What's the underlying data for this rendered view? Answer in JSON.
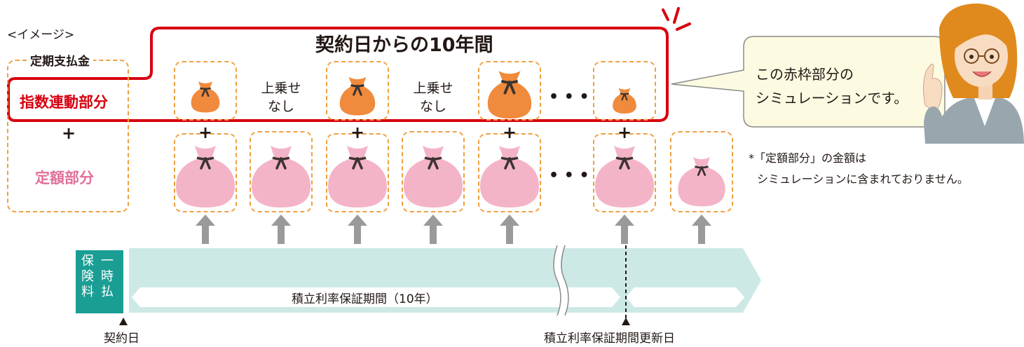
{
  "image_label": "<イメージ>",
  "title": "契約日からの10年間",
  "left_box": {
    "heading": "定期支払金",
    "index_part": "指数連動部分",
    "plus": "+",
    "fixed_part": "定額部分"
  },
  "no_bonus": {
    "line1": "上乗せ",
    "line2": "なし"
  },
  "ellipsis": "• • •",
  "plus": "+",
  "speech": {
    "line1": "この赤枠部分の",
    "line2": "シミュレーションです。"
  },
  "note": {
    "line1": "*「定額部分」の金額は",
    "line2": "シミュレーションに含まれておりません。"
  },
  "premium_label": {
    "col1": "保険料",
    "col2": "一時払"
  },
  "period_label": "積立利率保証期間（10年）",
  "timeline": {
    "start": "契約日",
    "renewal": "積立利率保証期間更新日"
  },
  "colors": {
    "red_frame": "#d7000f",
    "orange": "#f08a3c",
    "pink": "#f4b4c8",
    "dashed": "#f0a040",
    "timeline": "#cde9e6",
    "teal": "#1a9e94",
    "arrow": "#9a9a9a"
  }
}
